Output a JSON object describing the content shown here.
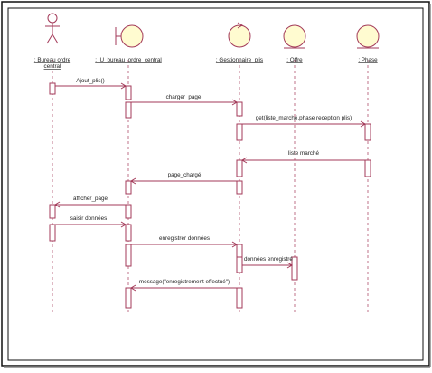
{
  "diagram": {
    "colors": {
      "line": "#a33a59",
      "fill": "#fffbd0",
      "lifeline": "#b0506d",
      "text": "#222222",
      "frame": "#111111"
    },
    "participants": [
      {
        "id": "p0",
        "kind": "actor",
        "label_lines": [
          ": Bureau ordre",
          "central"
        ]
      },
      {
        "id": "p1",
        "kind": "boundary",
        "label_lines": [
          ": IU_bureau_ordre_central"
        ]
      },
      {
        "id": "p2",
        "kind": "control",
        "label_lines": [
          ": Gestionnaire_plis"
        ]
      },
      {
        "id": "p3",
        "kind": "entity",
        "label_lines": [
          ": Offre"
        ]
      },
      {
        "id": "p4",
        "kind": "entity",
        "label_lines": [
          ": Phase"
        ]
      }
    ],
    "messages": [
      {
        "label": "Ajout_plis()"
      },
      {
        "label": "charger_page"
      },
      {
        "label": "get(liste_marché,phase reception plis)"
      },
      {
        "label": "liste marché"
      },
      {
        "label": "page_chargé"
      },
      {
        "label": "afficher_page"
      },
      {
        "label": "saisir données"
      },
      {
        "label": "enregistrer données"
      },
      {
        "label": "données enregistré"
      },
      {
        "label": "message(\"enregistrement effectué\")"
      }
    ]
  }
}
